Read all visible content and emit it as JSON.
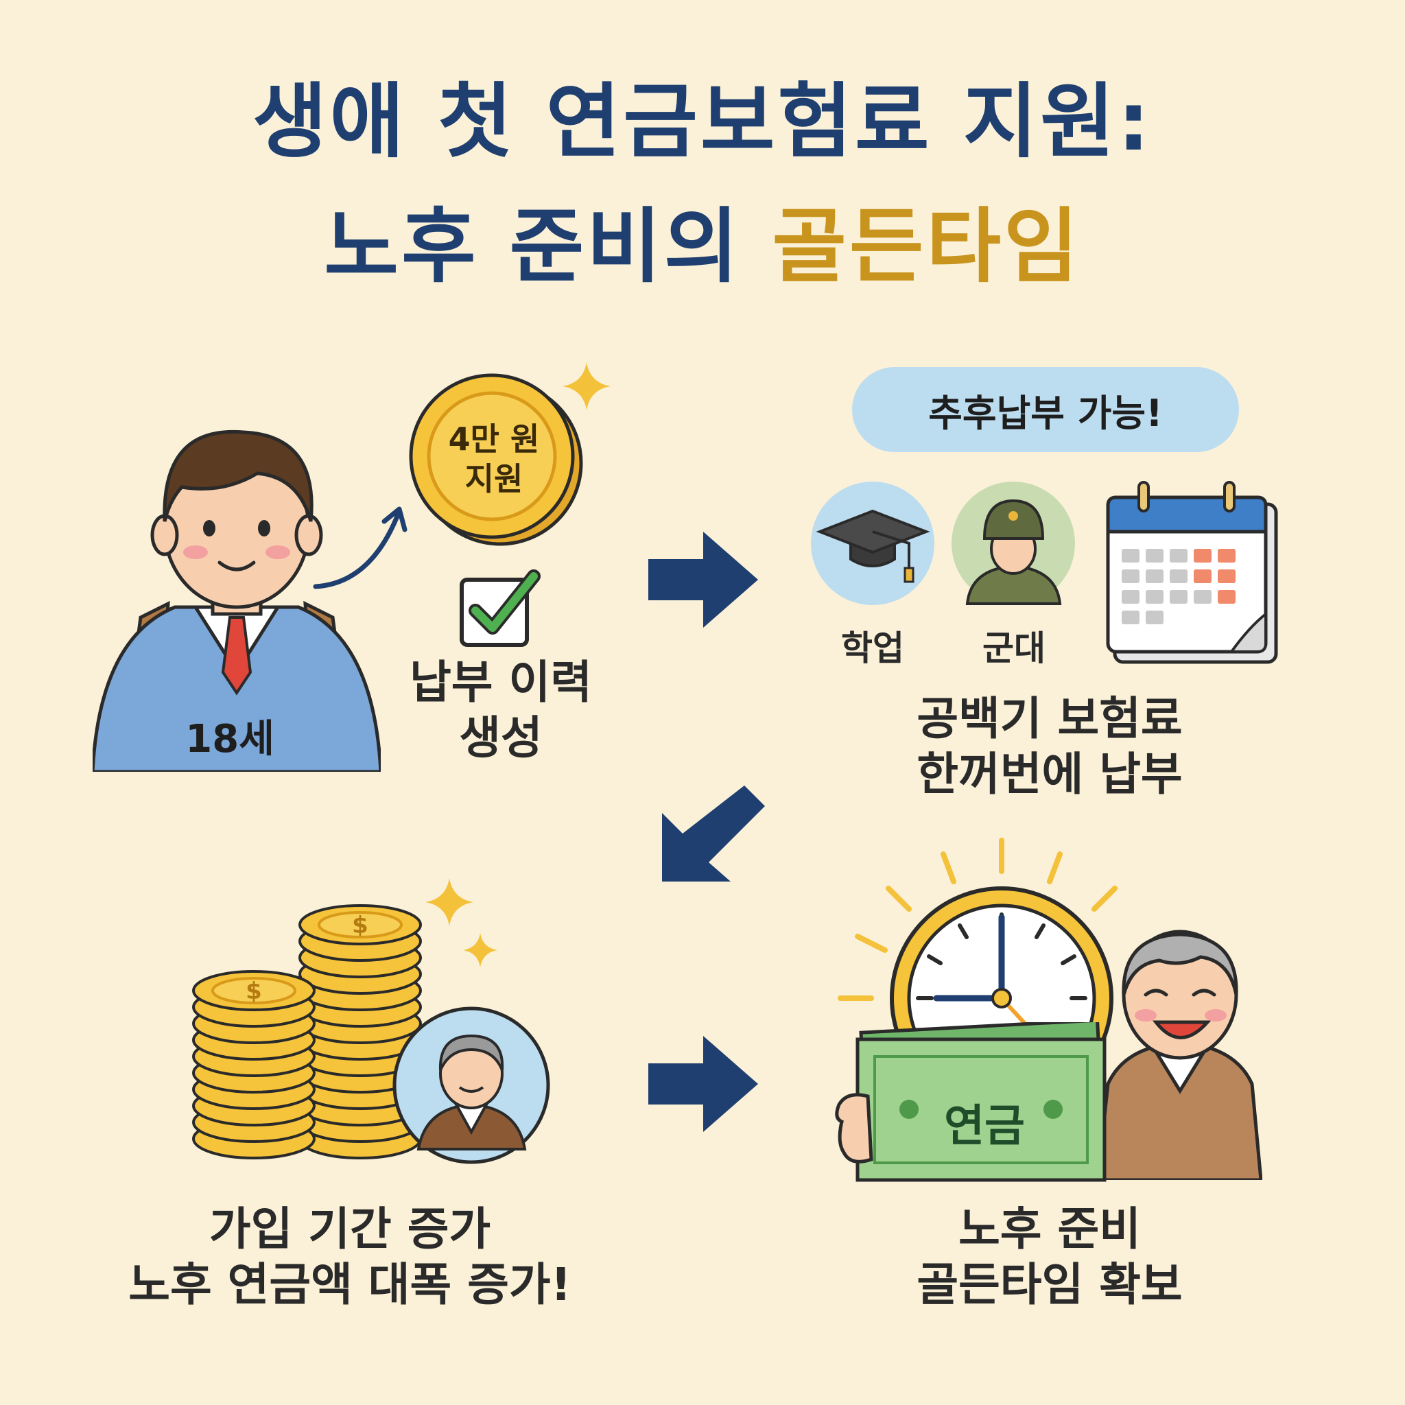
{
  "title": {
    "line1": "생애 첫 연금보험료 지원:",
    "line2_prefix": "노후 준비의 ",
    "line2_highlight": "골든타임"
  },
  "step1": {
    "age_badge": "18세",
    "coin_line1": "4만 원",
    "coin_line2": "지원",
    "caption_line1": "납부 이력",
    "caption_line2": "생성"
  },
  "step2": {
    "pill": "추후납부 가능!",
    "label_study": "학업",
    "label_military": "군대",
    "caption_line1": "공백기 보험료",
    "caption_line2": "한꺼번에 납부"
  },
  "step3": {
    "caption_line1": "가입 기간 증가",
    "caption_line2": "노후 연금액 대폭 증가!"
  },
  "step4": {
    "bill_text": "연금",
    "caption_line1": "노후 준비",
    "caption_line2": "골든타임 확보"
  },
  "colors": {
    "background": "#fbf1d8",
    "title_navy": "#1e3f70",
    "title_gold": "#c9941d",
    "arrow": "#1e3f70"
  }
}
